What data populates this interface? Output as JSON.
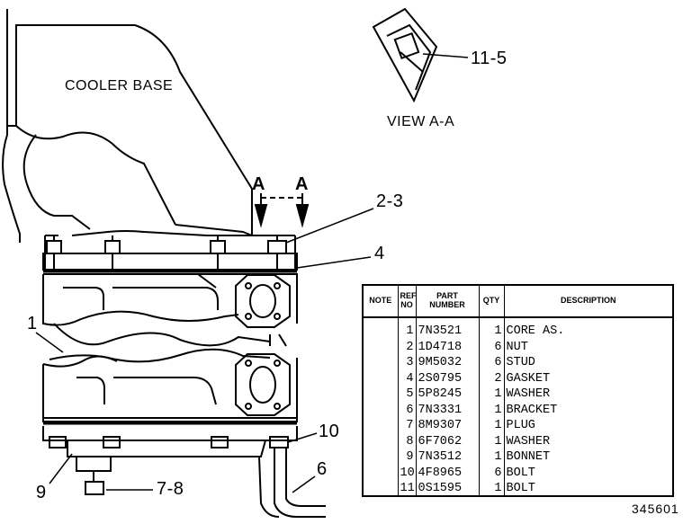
{
  "labels": {
    "cooler_base": "COOLER BASE",
    "view_caption": "VIEW A-A",
    "section_a_left": "A",
    "section_a_right": "A",
    "callout_11_5": "11-5",
    "callout_2_3": "2-3",
    "callout_4": "4",
    "callout_1": "1",
    "callout_10": "10",
    "callout_6": "6",
    "callout_9": "9",
    "callout_7_8": "7-8"
  },
  "parts_table": {
    "headers": {
      "note": "NOTE",
      "ref_no": "REF NO",
      "part_number": "PART NUMBER",
      "qty": "QTY",
      "description": "DESCRIPTION"
    },
    "rows": [
      {
        "ref": "1",
        "part": "7N3521",
        "qty": "1",
        "desc": "CORE AS."
      },
      {
        "ref": "2",
        "part": "1D4718",
        "qty": "6",
        "desc": "NUT"
      },
      {
        "ref": "3",
        "part": "9M5032",
        "qty": "6",
        "desc": "STUD"
      },
      {
        "ref": "4",
        "part": "2S0795",
        "qty": "2",
        "desc": "GASKET"
      },
      {
        "ref": "5",
        "part": "5P8245",
        "qty": "1",
        "desc": "WASHER"
      },
      {
        "ref": "6",
        "part": "7N3331",
        "qty": "1",
        "desc": "BRACKET"
      },
      {
        "ref": "7",
        "part": "8M9307",
        "qty": "1",
        "desc": "PLUG"
      },
      {
        "ref": "8",
        "part": "6F7062",
        "qty": "1",
        "desc": "WASHER"
      },
      {
        "ref": "9",
        "part": "7N3512",
        "qty": "1",
        "desc": "BONNET"
      },
      {
        "ref": "10",
        "part": "4F8965",
        "qty": "6",
        "desc": "BOLT"
      },
      {
        "ref": "11",
        "part": "0S1595",
        "qty": "1",
        "desc": "BOLT"
      }
    ]
  },
  "figure_number": "345601"
}
